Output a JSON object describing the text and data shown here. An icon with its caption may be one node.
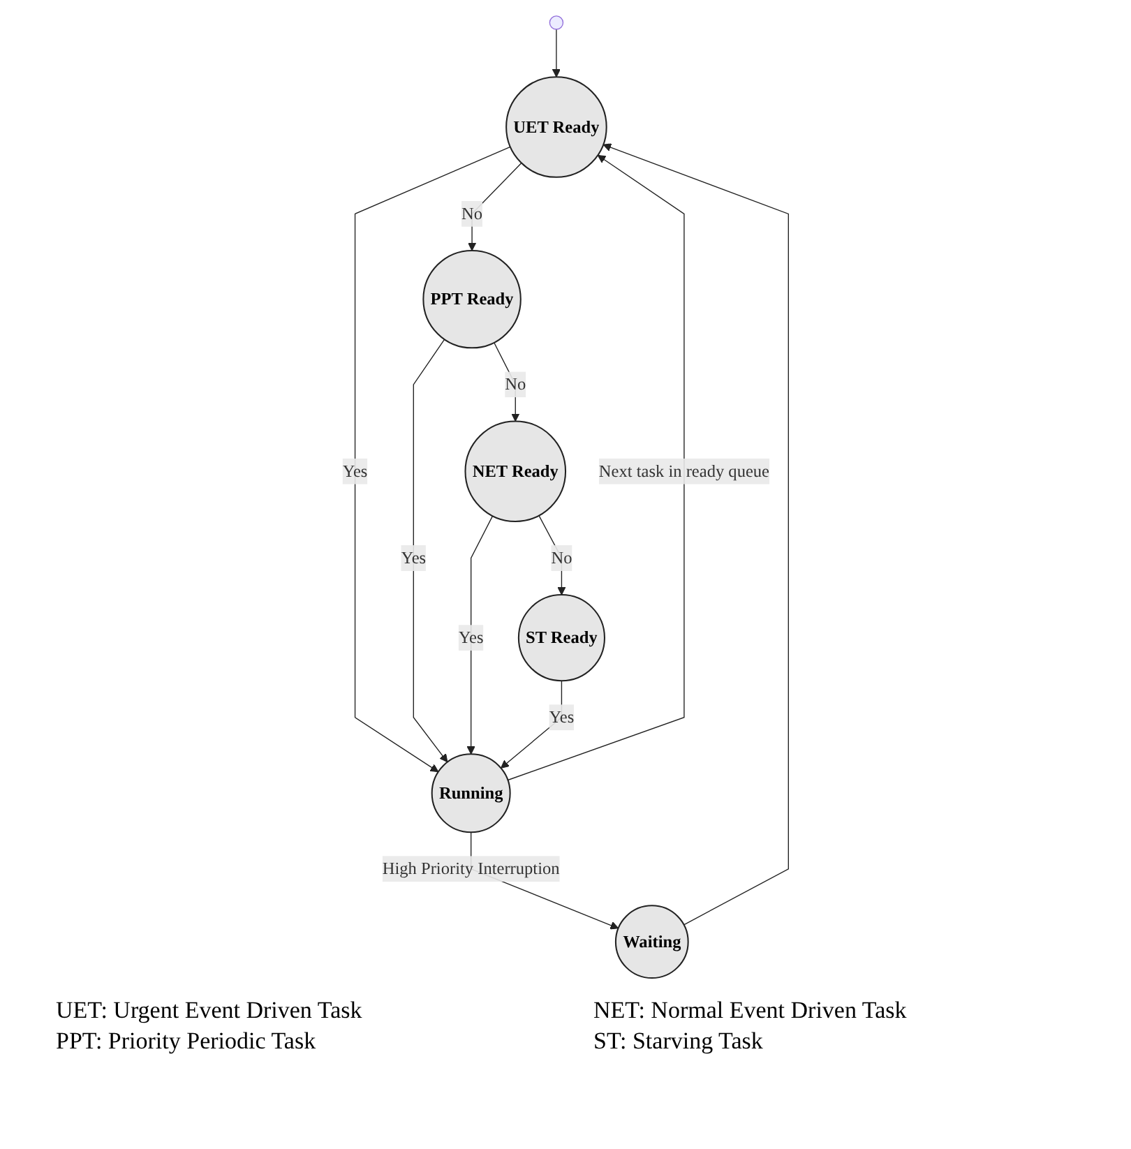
{
  "diagram": {
    "nodes": [
      {
        "text": [],
        "shape": "circle"
      },
      {
        "text": [
          "UET Ready"
        ]
      },
      {
        "text": [
          "PPT Ready"
        ]
      },
      {
        "text": [
          "NET Ready"
        ]
      },
      {
        "text": [
          "Running"
        ]
      },
      {
        "text": [
          "Waiting"
        ]
      },
      {
        "text": [
          "ST Ready"
        ]
      }
    ],
    "edges": [
      {
        "from": 0,
        "to": 1,
        "arrow": "to"
      },
      {
        "from": 1,
        "to": 4,
        "arrow": "to",
        "label": "Yes"
      },
      {
        "from": 1,
        "to": 2,
        "arrow": "to",
        "label": "No"
      },
      {
        "from": 2,
        "to": 4,
        "arrow": "to",
        "label": "Yes"
      },
      {
        "from": 2,
        "to": 3,
        "arrow": "to",
        "label": "No"
      },
      {
        "from": 3,
        "to": 4,
        "arrow": "to",
        "label": "Yes"
      },
      {
        "from": 3,
        "to": 6,
        "arrow": "to",
        "label": "No"
      },
      {
        "from": 6,
        "to": 4,
        "arrow": "to",
        "label": "Yes"
      },
      {
        "from": 4,
        "to": 5,
        "arrow": "to",
        "label": "High Priority Interruption"
      },
      {
        "from": 4,
        "to": 1,
        "arrow": "to",
        "label": "Next task in ready queue"
      },
      {
        "from": 5,
        "to": 1,
        "arrow": "to"
      }
    ],
    "labels": [
      "UET: Urgent Event Driven Task",
      "NET: Normal Event Driven Task",
      "PPT: Priority Periodic Task",
      "ST: Starving Task"
    ]
  }
}
